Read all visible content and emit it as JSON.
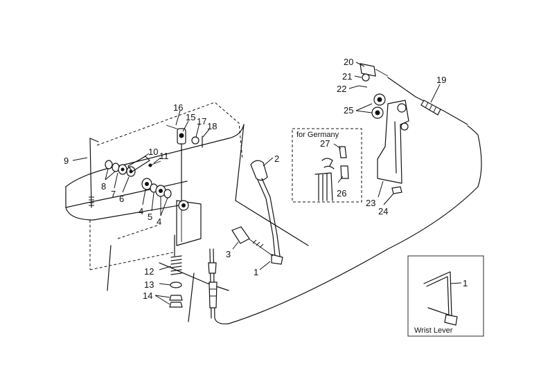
{
  "callouts": [
    {
      "id": "c20",
      "text": "20"
    },
    {
      "id": "c21",
      "text": "21"
    },
    {
      "id": "c22",
      "text": "22"
    },
    {
      "id": "c19",
      "text": "19"
    },
    {
      "id": "c25",
      "text": "25"
    },
    {
      "id": "c16",
      "text": "16"
    },
    {
      "id": "c15",
      "text": "15"
    },
    {
      "id": "c17",
      "text": "17"
    },
    {
      "id": "c18",
      "text": "18"
    },
    {
      "id": "c9",
      "text": "9"
    },
    {
      "id": "c10",
      "text": "10"
    },
    {
      "id": "c11",
      "text": "11"
    },
    {
      "id": "c8",
      "text": "8"
    },
    {
      "id": "c7",
      "text": "7"
    },
    {
      "id": "c6",
      "text": "6"
    },
    {
      "id": "c4a",
      "text": "4"
    },
    {
      "id": "c5",
      "text": "5"
    },
    {
      "id": "c4b",
      "text": "4"
    },
    {
      "id": "c2",
      "text": "2"
    },
    {
      "id": "c27",
      "text": "27"
    },
    {
      "id": "c26",
      "text": "26"
    },
    {
      "id": "c23",
      "text": "23"
    },
    {
      "id": "c24",
      "text": "24"
    },
    {
      "id": "c3",
      "text": "3"
    },
    {
      "id": "c1",
      "text": "1"
    },
    {
      "id": "c12",
      "text": "12"
    },
    {
      "id": "c13",
      "text": "13"
    },
    {
      "id": "c14",
      "text": "14"
    },
    {
      "id": "c1b",
      "text": "1"
    }
  ],
  "inset_germany": {
    "title": "for Germany"
  },
  "inset_wrist": {
    "caption": "Wrist Lever"
  }
}
